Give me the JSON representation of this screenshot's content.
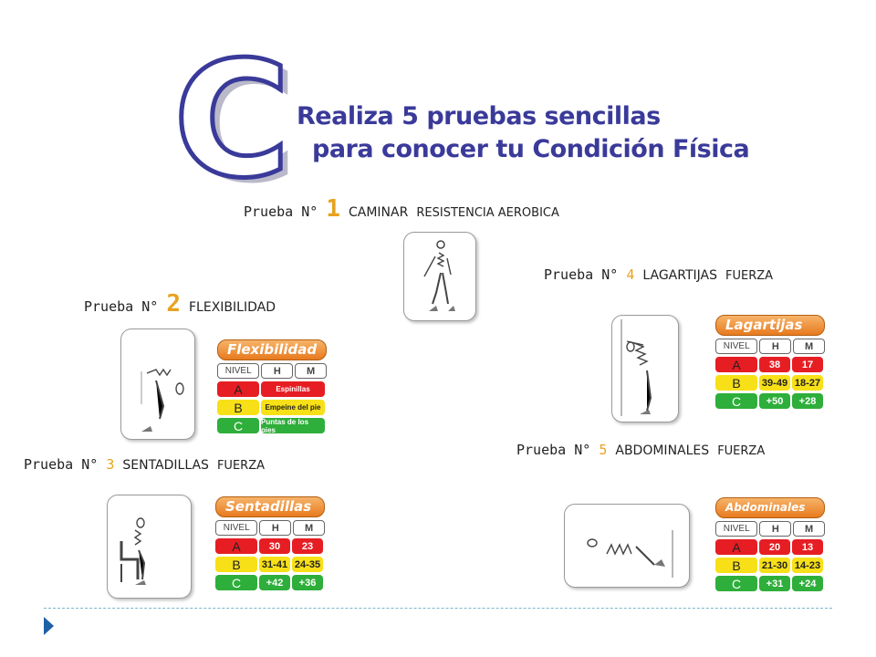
{
  "header": {
    "letter": "C",
    "line1": "Realiza 5 pruebas sencillas",
    "line2": "para conocer tu Condición Física"
  },
  "tests": {
    "t1": {
      "prefix": "Prueba N°",
      "num": "1",
      "name": "CAMINAR",
      "kind": "RESISTENCIA AEROBICA"
    },
    "t2": {
      "prefix": "Prueba N°",
      "num": "2",
      "name": "FLEXIBILIDAD",
      "kind": ""
    },
    "t3": {
      "prefix": "Prueba N°",
      "num": "3",
      "name": "SENTADILLAS",
      "kind": "FUERZA"
    },
    "t4": {
      "prefix": "Prueba N°",
      "num": "4",
      "name": "LAGARTIJAS",
      "kind": "FUERZA"
    },
    "t5": {
      "prefix": "Prueba N°",
      "num": "5",
      "name": "ABDOMINALES",
      "kind": "FUERZA"
    }
  },
  "tables": {
    "flex": {
      "title": "Flexibilidad",
      "nivel": "NIVEL",
      "h": "H",
      "m": "M",
      "a": "A",
      "b": "B",
      "c": "C",
      "va": "Espinillas",
      "vb": "Empeine del pie",
      "vc": "Puntas de los pies"
    },
    "lag": {
      "title": "Lagartijas",
      "nivel": "NIVEL",
      "h": "H",
      "m": "M",
      "a": "A",
      "b": "B",
      "c": "C",
      "ah": "38",
      "am": "17",
      "bh": "39-49",
      "bm": "18-27",
      "ch": "+50",
      "cm": "+28"
    },
    "sent": {
      "title": "Sentadillas",
      "nivel": "NIVEL",
      "h": "H",
      "m": "M",
      "a": "A",
      "b": "B",
      "c": "C",
      "ah": "30",
      "am": "23",
      "bh": "31-41",
      "bm": "24-35",
      "ch": "+42",
      "cm": "+36"
    },
    "abd": {
      "title": "Abdominales",
      "nivel": "NIVEL",
      "h": "H",
      "m": "M",
      "a": "A",
      "b": "B",
      "c": "C",
      "ah": "20",
      "am": "13",
      "bh": "21-30",
      "bm": "14-23",
      "ch": "+31",
      "cm": "+24"
    }
  },
  "icons": {
    "nav": "arrow-right-icon"
  },
  "colors": {
    "title": "#3a3a9a",
    "accent": "#e8a21f",
    "levelA": "#e61e24",
    "levelB": "#f7e017",
    "levelC": "#2eae3a",
    "tableTitle": "#e87a1e"
  }
}
